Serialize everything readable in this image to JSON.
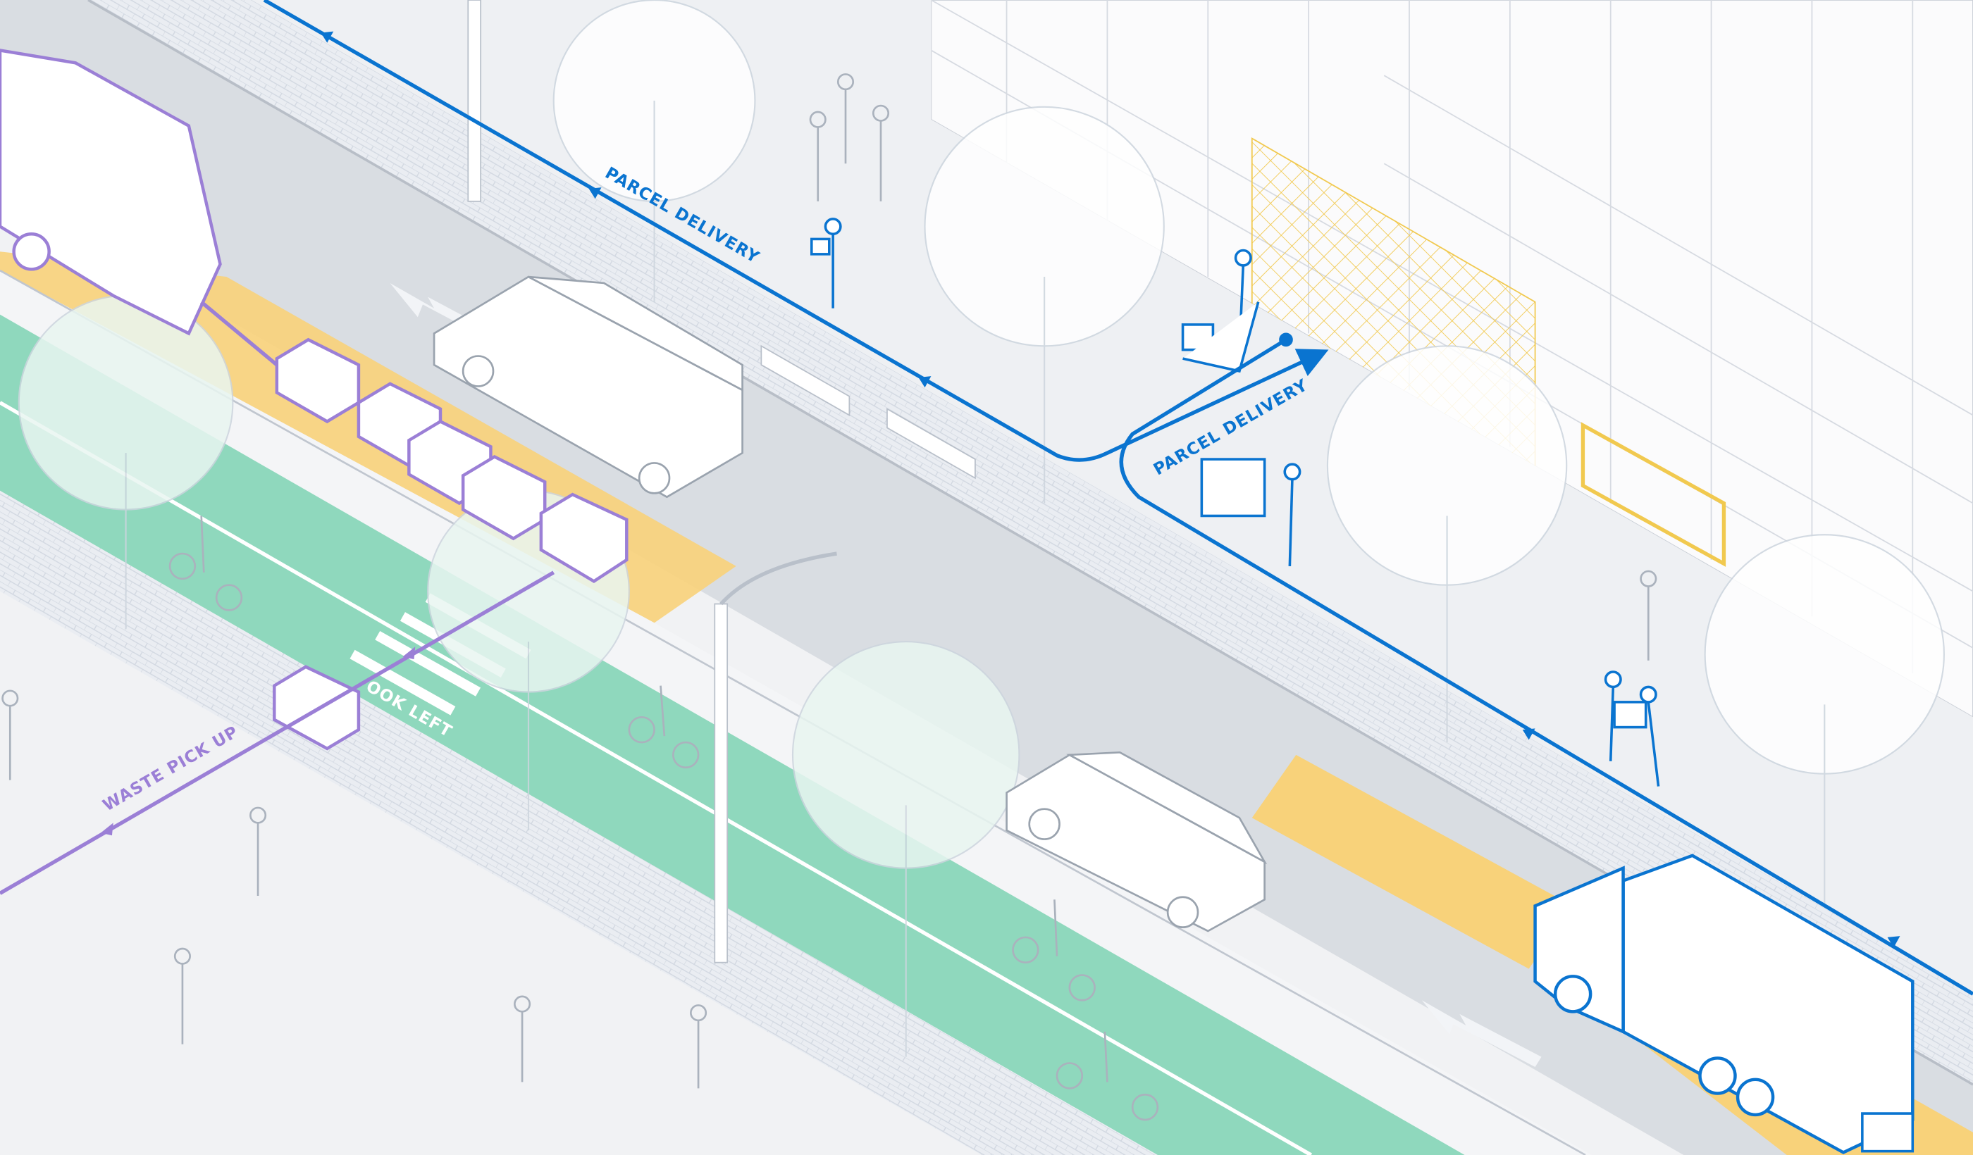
{
  "labels": {
    "parcel_delivery_upper": "PARCEL DELIVERY",
    "parcel_delivery_lower": "PARCEL DELIVERY",
    "waste_pick_up": "WASTE PICK UP",
    "look_left": "OOK LEFT"
  },
  "colors": {
    "parcel_route": "#0a74d0",
    "waste_route": "#9b7fd6",
    "bike_lane": "#8fd8bd",
    "loading_zone": "#f8d27a",
    "roadway": "#d9dde2",
    "sidewalk": "#eef0f3",
    "building": "#fbfbfc"
  },
  "icons": [
    "garbage-truck",
    "delivery-van",
    "box-truck",
    "sedan",
    "waste-bin",
    "hand-truck",
    "cyclist",
    "pedestrian",
    "tree",
    "street-lamp",
    "bench"
  ]
}
